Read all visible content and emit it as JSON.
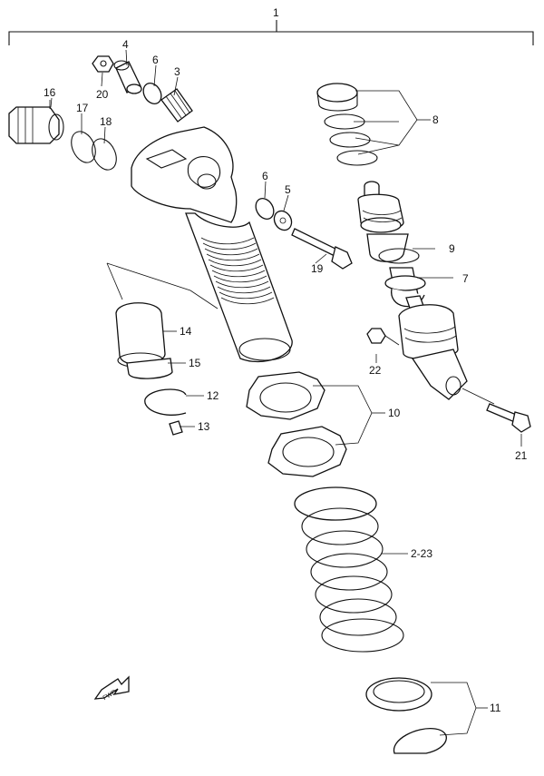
{
  "diagram": {
    "labels": {
      "assembly": "1",
      "p2_23": "2-23",
      "p3": "3",
      "p4": "4",
      "p5": "5",
      "p6a": "6",
      "p6b": "6",
      "p7": "7",
      "p8": "8",
      "p9": "9",
      "p10": "10",
      "p11": "11",
      "p12": "12",
      "p13": "13",
      "p14": "14",
      "p15": "15",
      "p16": "16",
      "p17": "17",
      "p18": "18",
      "p19": "19",
      "p20": "20",
      "p21": "21",
      "p22": "22"
    },
    "fwd_text": "FWD"
  }
}
